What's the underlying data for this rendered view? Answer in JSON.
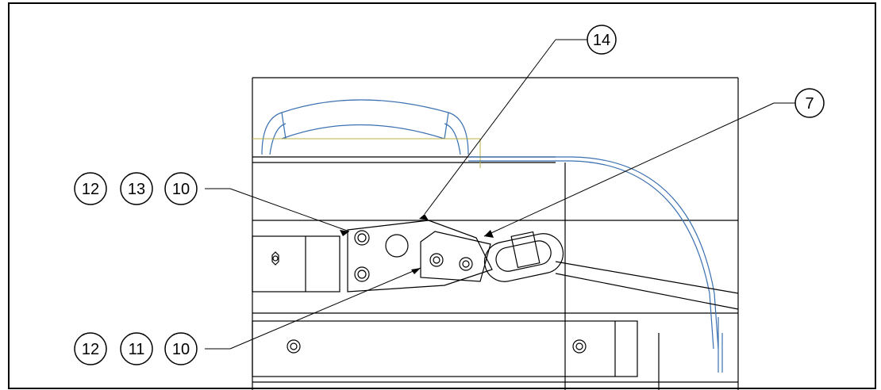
{
  "drawing": {
    "line_color": "#000000",
    "accent_blue": "#3a6fb0",
    "accent_olive": "#b8b040"
  },
  "callouts": {
    "top": {
      "items": [
        "14"
      ]
    },
    "right": {
      "items": [
        "7"
      ]
    },
    "upper_left": {
      "items": [
        "12",
        "13",
        "10"
      ]
    },
    "lower_left": {
      "items": [
        "12",
        "11",
        "10"
      ]
    }
  }
}
